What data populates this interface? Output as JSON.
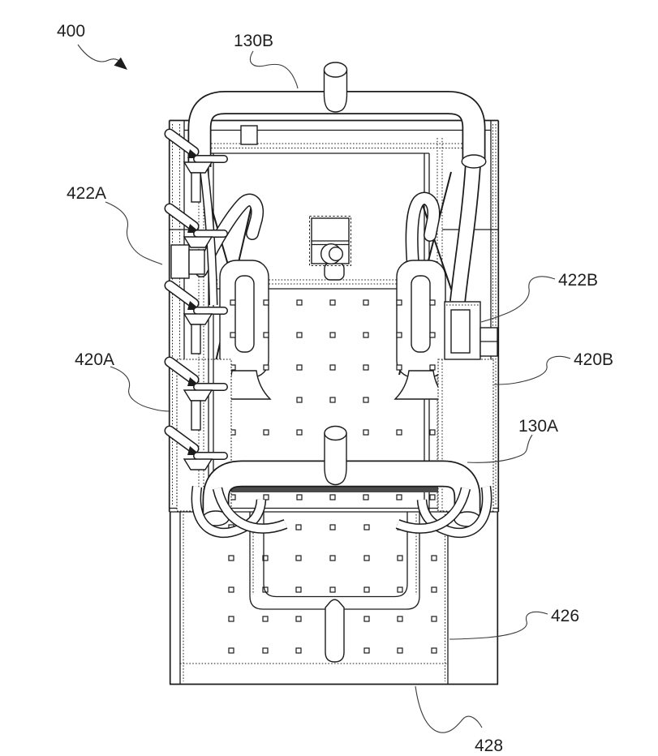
{
  "figure": {
    "type": "patent-line-drawing",
    "background": "#ffffff",
    "line_color": "#1c1c1c",
    "labels": {
      "ref400": "400",
      "ref130B": "130B",
      "ref422A": "422A",
      "ref420A": "420A",
      "ref422B": "422B",
      "ref420B": "420B",
      "ref130A": "130A",
      "ref426": "426",
      "ref428": "428"
    }
  }
}
